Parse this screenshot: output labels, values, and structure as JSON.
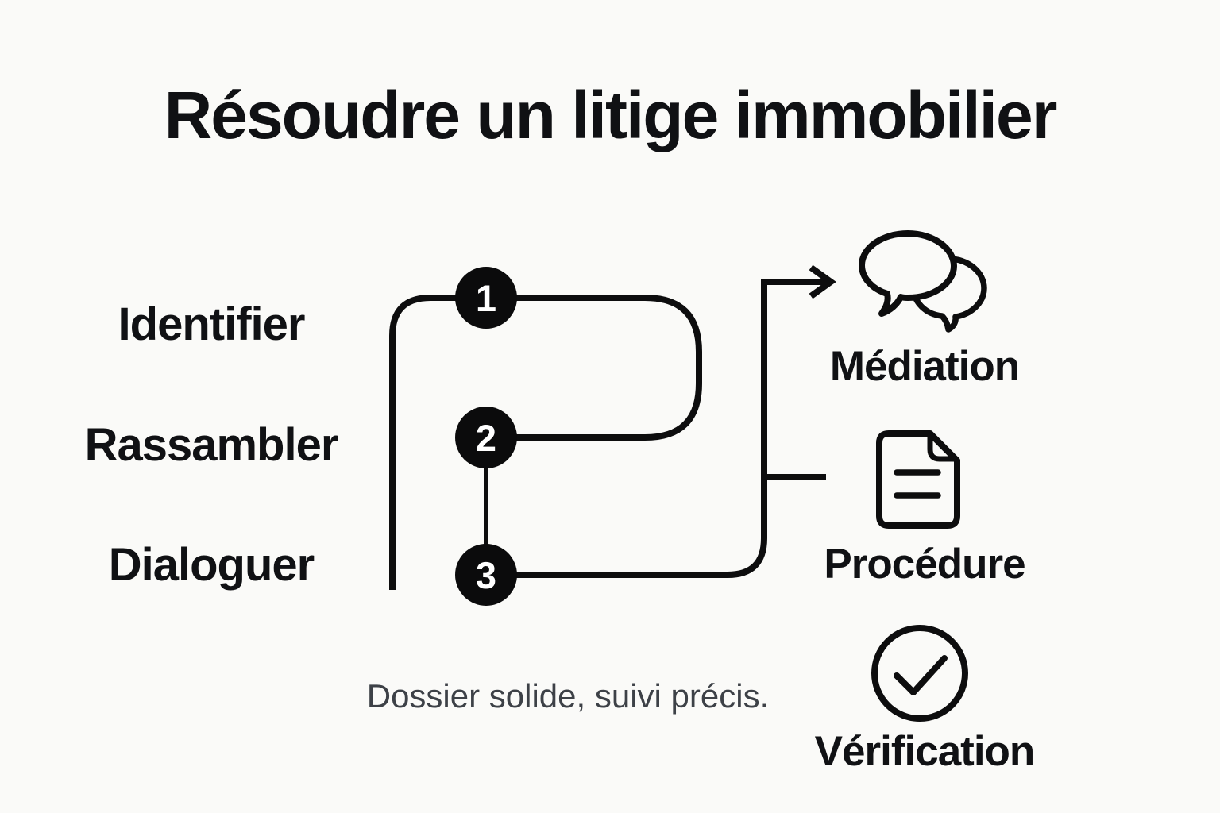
{
  "title": "Résoudre un litige immobilier",
  "flow": {
    "steps": [
      {
        "number": "1",
        "label": "Identifier"
      },
      {
        "number": "2",
        "label": "Rassambler"
      },
      {
        "number": "3",
        "label": "Dialoguer"
      }
    ],
    "outcomes": [
      {
        "label": "Médiation",
        "icon": "chat-bubbles-icon"
      },
      {
        "label": "Procédure",
        "icon": "document-icon"
      },
      {
        "label": "Vérification",
        "icon": "check-circle-icon"
      }
    ]
  },
  "caption": "Dossier solide, suivi précis.",
  "colors": {
    "background": "#fafaf8",
    "line": "#0d0d0e",
    "heading_text": "#101114",
    "caption_text": "#3d4147",
    "node_fill": "#0b0b0c",
    "node_number": "#ffffff"
  }
}
